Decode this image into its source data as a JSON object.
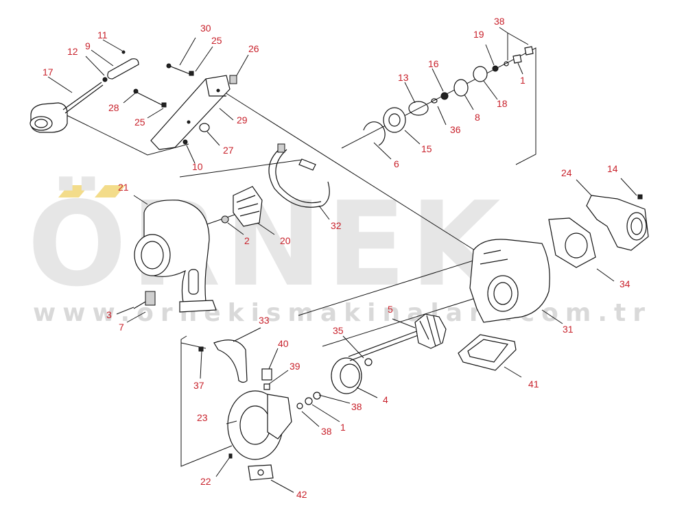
{
  "watermark": {
    "brand": "ÖRNEK",
    "url": "www.ornekismakinalari.com.tr",
    "accent_color": "#f3dc8a"
  },
  "callouts": {
    "c1": "1",
    "c1b": "1",
    "c2": "2",
    "c3": "3",
    "c4": "4",
    "c5": "5",
    "c6": "6",
    "c7": "7",
    "c8": "8",
    "c9": "9",
    "c10": "10",
    "c11": "11",
    "c12": "12",
    "c13": "13",
    "c14": "14",
    "c15": "15",
    "c16": "16",
    "c17": "17",
    "c18": "18",
    "c19": "19",
    "c20": "20",
    "c21": "21",
    "c22": "22",
    "c23": "23",
    "c24": "24",
    "c25": "25",
    "c25b": "25",
    "c26": "26",
    "c27": "27",
    "c28": "28",
    "c29": "29",
    "c30": "30",
    "c31": "31",
    "c32": "32",
    "c33": "33",
    "c34": "34",
    "c35": "35",
    "c36": "36",
    "c37": "37",
    "c38": "38",
    "c38b": "38",
    "c38c": "38",
    "c39": "39",
    "c40": "40",
    "c41": "41",
    "c42": "42"
  },
  "colors": {
    "callout": "#c8202a",
    "line": "#111111",
    "watermark": "#e6e6e6"
  }
}
